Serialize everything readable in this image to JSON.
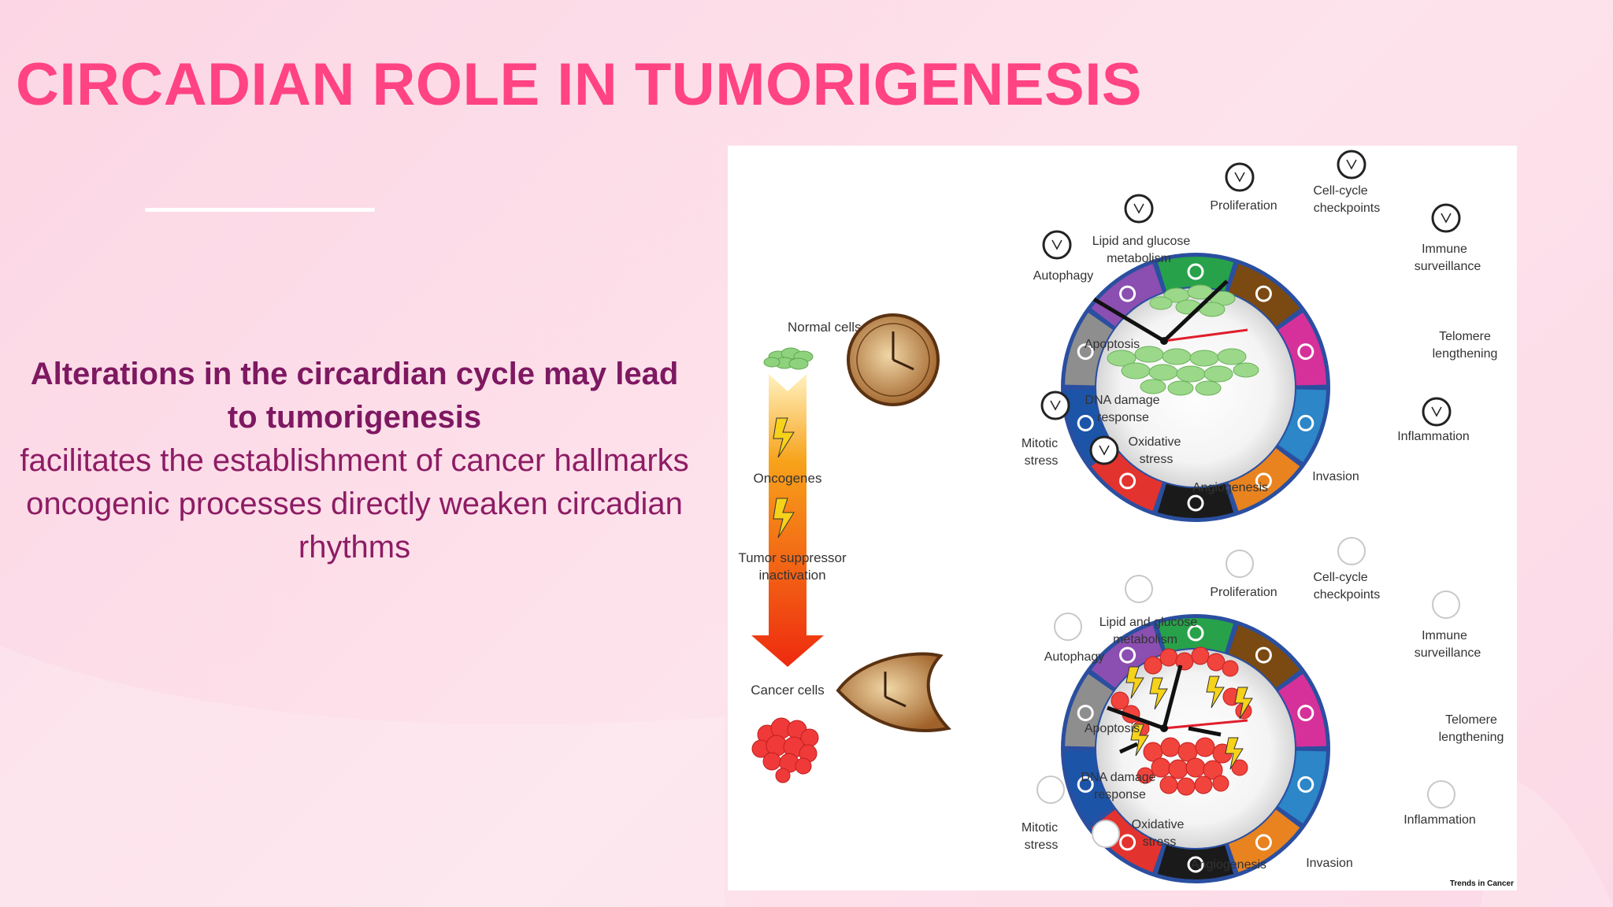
{
  "slide": {
    "title": "CIRCADIAN ROLE IN TUMORIGENESIS",
    "heading": "Alterations in the circardian cycle may lead to tumorigenesis",
    "lines": [
      "facilitates the establishment of cancer hallmarks",
      "oncogenic processes directly weaken circadian rhythms"
    ]
  },
  "figure": {
    "left_panel": {
      "normal_label": "Normal cells",
      "oncogenes_label": "Oncogenes",
      "tumor_suppressor_label_1": "Tumor suppressor",
      "tumor_suppressor_label_2": "inactivation",
      "cancer_label": "Cancer cells"
    },
    "hallmarks": {
      "proliferation": "Proliferation",
      "cell_cycle_1": "Cell-cycle",
      "cell_cycle_2": "checkpoints",
      "lipid_1": "Lipid and glucose",
      "lipid_2": "metabolism",
      "autophagy": "Autophagy",
      "immune_1": "Immune",
      "immune_2": "surveillance",
      "apoptosis": "Apoptosis",
      "telomere_1": "Telomere",
      "telomere_2": "lengthening",
      "dna_1": "DNA damage",
      "dna_2": "response",
      "mitotic_1": "Mitotic",
      "mitotic_2": "stress",
      "oxidative_1": "Oxidative",
      "oxidative_2": "stress",
      "inflammation": "Inflammation",
      "angiogenesis": "Angiogenesis",
      "invasion": "Invasion"
    },
    "credit": "Trends in Cancer",
    "colors": {
      "title": "#ff4383",
      "text": "#8d1c64",
      "wheel_segments": [
        "#27a24a",
        "#7a4a12",
        "#d6319a",
        "#2c86c8",
        "#e8831f",
        "#1a1a1a",
        "#e3332f",
        "#1c54a8",
        "#8e8e8e",
        "#8a4fb0"
      ]
    }
  }
}
